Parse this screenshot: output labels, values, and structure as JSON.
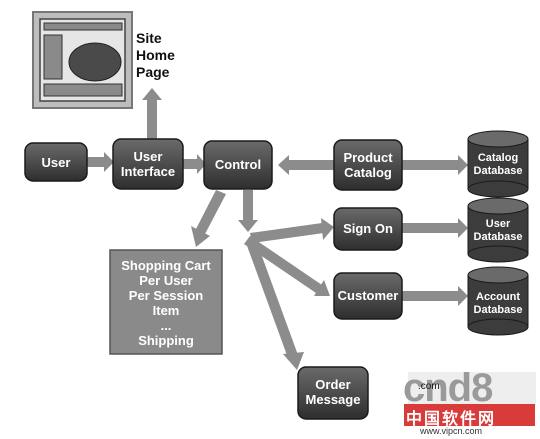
{
  "site_home_page": "Site\nHome\nPage",
  "nodes": {
    "user": "User",
    "user_interface": "User\nInterface",
    "control": "Control",
    "product_catalog": "Product\nCatalog",
    "sign_on": "Sign On",
    "customer": "Customer",
    "order_message": "Order\nMessage",
    "catalog_database": "Catalog\nDatabase",
    "user_database": "User\nDatabase",
    "account_database": "Account\nDatabase",
    "shopping_cart": "Shopping Cart\nPer User\nPer Session\nItem\n...\nShipping"
  },
  "watermark": {
    "logo": "cnd8",
    "com": ".com",
    "chinese": "中国软件网",
    "url": "www.vipcn.com"
  },
  "colors": {
    "node": "#4a4a4a",
    "arrow": "#8c8c8c",
    "cart": "#8a8a8a"
  }
}
